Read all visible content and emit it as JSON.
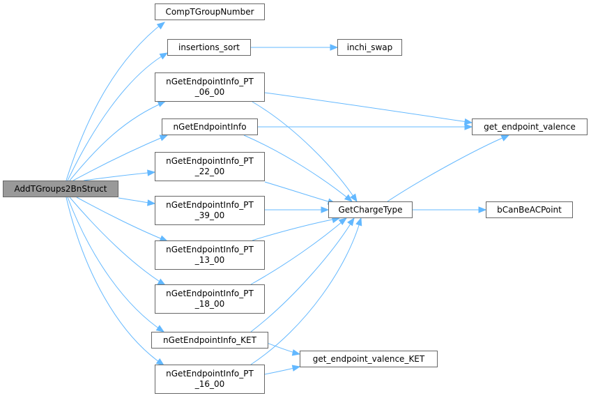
{
  "diagram": {
    "nodes": {
      "root": "AddTGroups2BnStruct",
      "comp": "CompTGroupNumber",
      "ins": "insertions_sort",
      "swap": "inchi_swap",
      "pt06": "nGetEndpointInfo_PT\n_06_00",
      "ngei": "nGetEndpointInfo",
      "pt22": "nGetEndpointInfo_PT\n_22_00",
      "pt39": "nGetEndpointInfo_PT\n_39_00",
      "pt13": "nGetEndpointInfo_PT\n_13_00",
      "pt18": "nGetEndpointInfo_PT\n_18_00",
      "ket": "nGetEndpointInfo_KET",
      "pt16": "nGetEndpointInfo_PT\n_16_00",
      "gct": "GetChargeType",
      "gev": "get_endpoint_valence",
      "bcan": "bCanBeACPoint",
      "gevk": "get_endpoint_valence_KET"
    },
    "edge_color": "#63b8ff",
    "root_fill": "#999999"
  }
}
